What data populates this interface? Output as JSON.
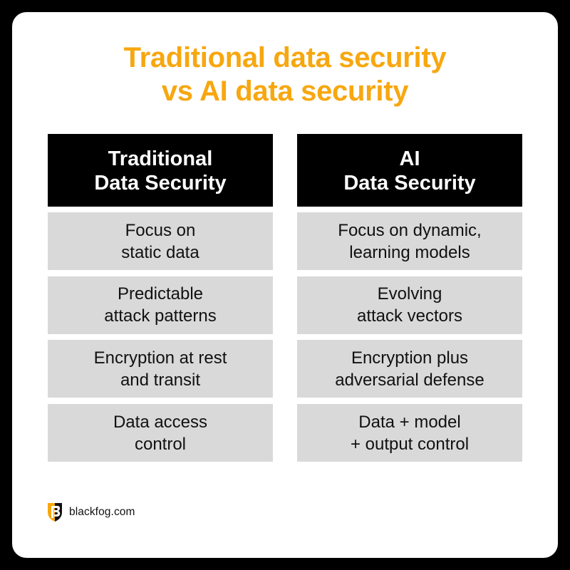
{
  "title": {
    "lines": [
      "Traditional data security",
      "vs AI data security"
    ],
    "color": "#F7A70F"
  },
  "columns": [
    {
      "header": [
        "Traditional",
        "Data Security"
      ],
      "rows": [
        [
          "Focus on",
          "static data"
        ],
        [
          "Predictable",
          "attack patterns"
        ],
        [
          "Encryption at rest",
          "and transit"
        ],
        [
          "Data access",
          "control"
        ]
      ]
    },
    {
      "header": [
        "AI",
        "Data Security"
      ],
      "rows": [
        [
          "Focus on dynamic,",
          "learning models"
        ],
        [
          "Evolving",
          "attack vectors"
        ],
        [
          "Encryption plus",
          "adversarial defense"
        ],
        [
          "Data + model",
          "+ output control"
        ]
      ]
    }
  ],
  "brand": {
    "icon": "blackfog-shield-logo-icon",
    "text": "blackfog.com",
    "accent": "#F7A70F"
  },
  "colors": {
    "background": "#000000",
    "card": "#FFFFFF",
    "header_bg": "#000000",
    "header_text": "#FFFFFF",
    "row_bg": "#D9D9D9",
    "row_text": "#111111"
  }
}
